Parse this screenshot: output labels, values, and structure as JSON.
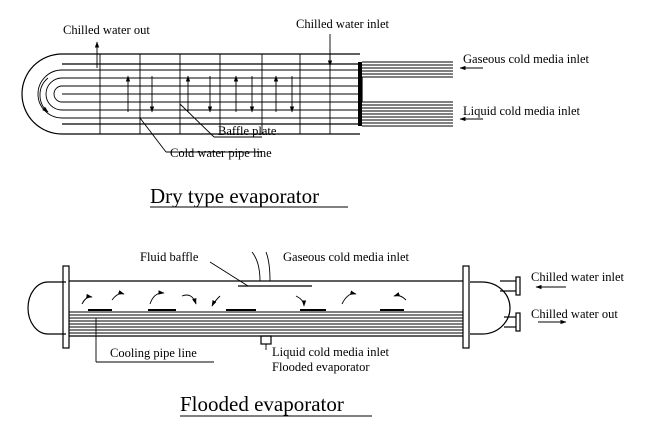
{
  "dry": {
    "title": "Dry type evaporator",
    "labels": {
      "chilled_water_out": "Chilled water out",
      "chilled_water_inlet": "Chilled water inlet",
      "gaseous_inlet": "Gaseous cold media inlet",
      "liquid_inlet": "Liquid cold media inlet",
      "baffle_plate": "Baffle plate",
      "cold_water_pipe": "Cold water pipe line"
    }
  },
  "flooded": {
    "title": "Flooded evaporator",
    "labels": {
      "fluid_baffle": "Fluid baffle",
      "gaseous_inlet": "Gaseous cold media inlet",
      "chilled_water_inlet": "Chilled water inlet",
      "chilled_water_out": "Chilled water out",
      "cooling_pipe": "Cooling pipe line",
      "liquid_inlet": "Liquid cold media inlet",
      "flooded_evaporator": "Flooded evaporator"
    }
  }
}
